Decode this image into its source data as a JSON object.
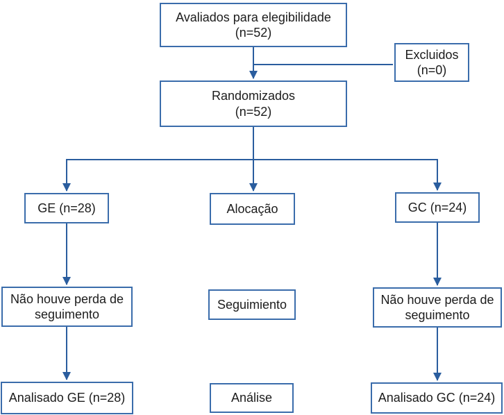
{
  "diagram": {
    "type": "consort-flowchart",
    "colors": {
      "box_border": "#3a6cab",
      "arrow": "#2a5d9e",
      "text": "#1c1c1c",
      "background": "#ffffff"
    },
    "nodes": {
      "eligibility": {
        "lines": [
          "Avaliados para elegibilidade",
          "(n=52)"
        ]
      },
      "excluded": {
        "lines": [
          "Excluidos",
          "(n=0)"
        ]
      },
      "randomized": {
        "lines": [
          "Randomizados",
          "(n=52)"
        ]
      },
      "ge": {
        "lines": [
          "GE (n=28)"
        ]
      },
      "allocation": {
        "lines": [
          "Alocação"
        ]
      },
      "gc": {
        "lines": [
          "GC (n=24)"
        ]
      },
      "ge_followup": {
        "lines": [
          "Não houve perda de",
          "seguimento"
        ]
      },
      "followup": {
        "lines": [
          "Seguimiento"
        ]
      },
      "gc_followup": {
        "lines": [
          "Não houve perda de",
          "seguimento"
        ]
      },
      "ge_analyzed": {
        "lines": [
          "Analisado GE (n=28)"
        ]
      },
      "analysis": {
        "lines": [
          "Análise"
        ]
      },
      "gc_analyzed": {
        "lines": [
          "Analisado GC (n=24)"
        ]
      }
    }
  }
}
